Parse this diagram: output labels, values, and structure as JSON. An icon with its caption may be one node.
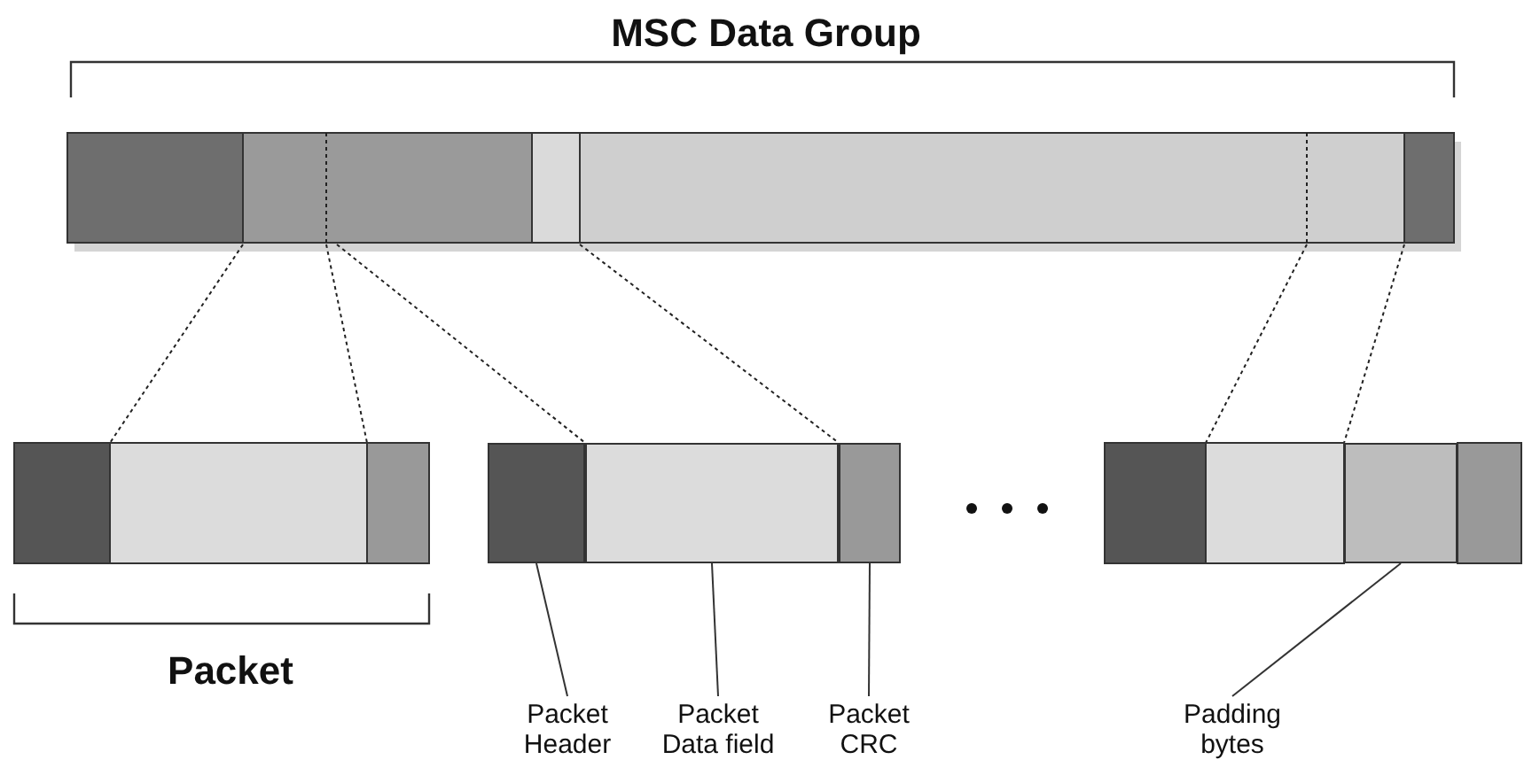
{
  "diagram": {
    "nodes": [
      {
        "text": [],
        "shape": "box"
      },
      {
        "text": [],
        "shape": "box"
      },
      {
        "text": [],
        "shape": "box"
      },
      {
        "text": [],
        "shape": "box"
      },
      {
        "text": [
          "Packet Header"
        ]
      },
      {
        "text": [
          "Packet Data field"
        ]
      },
      {
        "text": [
          "Packet CRC"
        ]
      },
      {
        "text": [
          "Padding bytes"
        ]
      }
    ],
    "edges": [
      {
        "from": 4,
        "to": 0,
        "arrow": "none"
      },
      {
        "from": 5,
        "to": 1,
        "arrow": "none"
      },
      {
        "from": 6,
        "to": 2,
        "arrow": "none"
      },
      {
        "from": 7,
        "to": 3,
        "arrow": "none"
      }
    ],
    "labels": [
      "MSC Data Group",
      "Packet"
    ]
  }
}
